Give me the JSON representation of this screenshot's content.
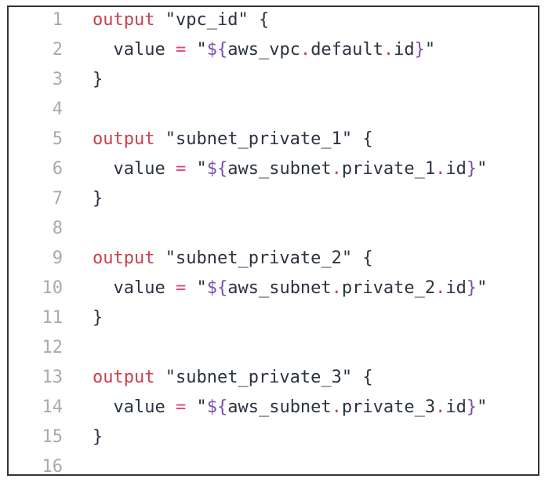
{
  "colors": {
    "keyword": "#c8414c",
    "text": "#2b3340",
    "operator": "#e0457b",
    "interpolation": "#7c4fa8",
    "line_number": "#aaaaaa"
  },
  "lines": [
    {
      "n": "1",
      "tokens": [
        [
          "kw",
          "output"
        ],
        [
          "plain",
          " "
        ],
        [
          "str",
          "\"vpc_id\""
        ],
        [
          "plain",
          " {"
        ]
      ]
    },
    {
      "n": "2",
      "tokens": [
        [
          "plain",
          "  value "
        ],
        [
          "op",
          "="
        ],
        [
          "plain",
          " "
        ],
        [
          "str",
          "\""
        ],
        [
          "interp",
          "${"
        ],
        [
          "str",
          "aws_vpc"
        ],
        [
          "dot",
          "."
        ],
        [
          "str",
          "default"
        ],
        [
          "dot",
          "."
        ],
        [
          "str",
          "id"
        ],
        [
          "interp",
          "}"
        ],
        [
          "str",
          "\""
        ]
      ]
    },
    {
      "n": "3",
      "tokens": [
        [
          "plain",
          "}"
        ]
      ]
    },
    {
      "n": "4",
      "tokens": []
    },
    {
      "n": "5",
      "tokens": [
        [
          "kw",
          "output"
        ],
        [
          "plain",
          " "
        ],
        [
          "str",
          "\"subnet_private_1\""
        ],
        [
          "plain",
          " {"
        ]
      ]
    },
    {
      "n": "6",
      "tokens": [
        [
          "plain",
          "  value "
        ],
        [
          "op",
          "="
        ],
        [
          "plain",
          " "
        ],
        [
          "str",
          "\""
        ],
        [
          "interp",
          "${"
        ],
        [
          "str",
          "aws_subnet"
        ],
        [
          "dot",
          "."
        ],
        [
          "str",
          "private_1"
        ],
        [
          "dot",
          "."
        ],
        [
          "str",
          "id"
        ],
        [
          "interp",
          "}"
        ],
        [
          "str",
          "\""
        ]
      ]
    },
    {
      "n": "7",
      "tokens": [
        [
          "plain",
          "}"
        ]
      ]
    },
    {
      "n": "8",
      "tokens": []
    },
    {
      "n": "9",
      "tokens": [
        [
          "kw",
          "output"
        ],
        [
          "plain",
          " "
        ],
        [
          "str",
          "\"subnet_private_2\""
        ],
        [
          "plain",
          " {"
        ]
      ]
    },
    {
      "n": "10",
      "tokens": [
        [
          "plain",
          "  value "
        ],
        [
          "op",
          "="
        ],
        [
          "plain",
          " "
        ],
        [
          "str",
          "\""
        ],
        [
          "interp",
          "${"
        ],
        [
          "str",
          "aws_subnet"
        ],
        [
          "dot",
          "."
        ],
        [
          "str",
          "private_2"
        ],
        [
          "dot",
          "."
        ],
        [
          "str",
          "id"
        ],
        [
          "interp",
          "}"
        ],
        [
          "str",
          "\""
        ]
      ]
    },
    {
      "n": "11",
      "tokens": [
        [
          "plain",
          "}"
        ]
      ]
    },
    {
      "n": "12",
      "tokens": []
    },
    {
      "n": "13",
      "tokens": [
        [
          "kw",
          "output"
        ],
        [
          "plain",
          " "
        ],
        [
          "str",
          "\"subnet_private_3\""
        ],
        [
          "plain",
          " {"
        ]
      ]
    },
    {
      "n": "14",
      "tokens": [
        [
          "plain",
          "  value "
        ],
        [
          "op",
          "="
        ],
        [
          "plain",
          " "
        ],
        [
          "str",
          "\""
        ],
        [
          "interp",
          "${"
        ],
        [
          "str",
          "aws_subnet"
        ],
        [
          "dot",
          "."
        ],
        [
          "str",
          "private_3"
        ],
        [
          "dot",
          "."
        ],
        [
          "str",
          "id"
        ],
        [
          "interp",
          "}"
        ],
        [
          "str",
          "\""
        ]
      ]
    },
    {
      "n": "15",
      "tokens": [
        [
          "plain",
          "}"
        ]
      ]
    },
    {
      "n": "16",
      "tokens": []
    }
  ]
}
